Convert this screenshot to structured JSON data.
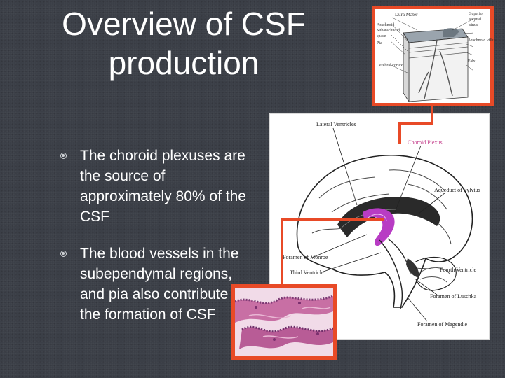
{
  "slide": {
    "title_line1": "Overview of CSF",
    "title_line2": "production",
    "bullets": [
      {
        "text": "The choroid plexuses are the source of approximately 80% of the CSF"
      },
      {
        "text": "The blood vessels in the subependymal regions, and pia also contribute to the formation of CSF"
      }
    ]
  },
  "brain_diagram": {
    "labels": {
      "lateral_ventricles": "Lateral Ventricles",
      "choroid_plexus": "Choroid Plexus",
      "aqueduct": "Aqueduct of Sylvius",
      "foramen_monro": "Foramen of Monroe",
      "third_ventricle": "Third Ventricle",
      "fourth_ventricle": "Fourth Ventricle",
      "foramen_luschka": "Foramen of Luschka",
      "foramen_magendie": "Foramen of Magendie"
    }
  },
  "meninges_diagram": {
    "labels": {
      "dura": "Dura Mater",
      "arachnoid": "Arachnoid",
      "subarachnoid": "Subarachnoid",
      "space": "space",
      "pia": "Pia",
      "cortex": "Cerebral cortex",
      "superior": "Superior",
      "sagittal": "sagittal",
      "sinus": "sinus",
      "villus": "Arachnoid villus",
      "falx": "Falx"
    }
  },
  "colors": {
    "accent_frame": "#e84a27",
    "choroid_highlight": "#b83cc4",
    "background": "#3b3f47"
  }
}
